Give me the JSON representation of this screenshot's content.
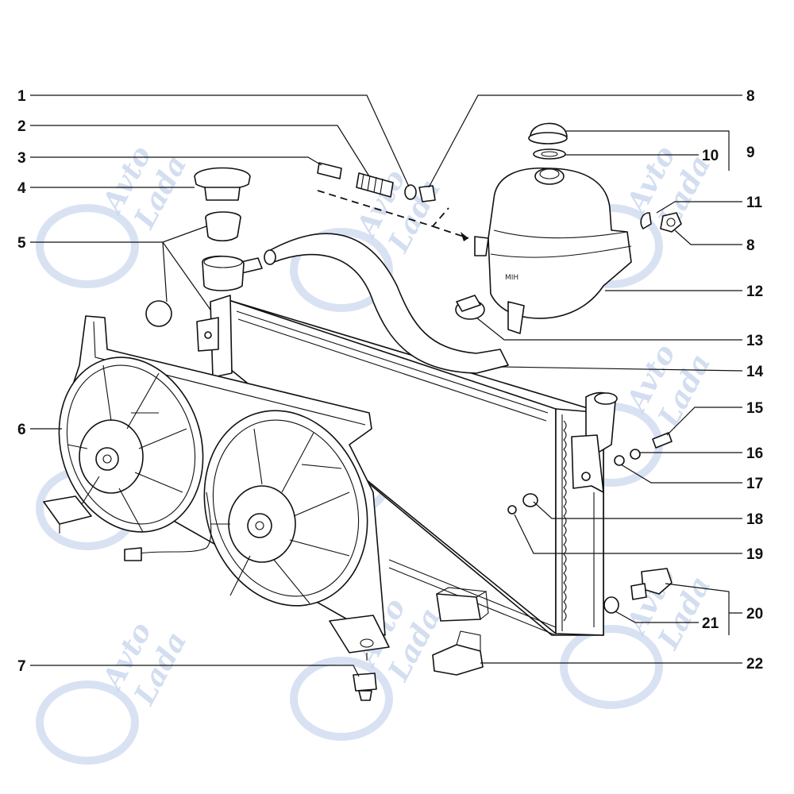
{
  "diagram": {
    "watermark": {
      "line1": "Avto",
      "line2": "Lada"
    },
    "tank_stamp": "MIH",
    "callouts": [
      {
        "id": "1",
        "label": "1"
      },
      {
        "id": "2",
        "label": "2"
      },
      {
        "id": "3",
        "label": "3"
      },
      {
        "id": "4",
        "label": "4"
      },
      {
        "id": "5",
        "label": "5"
      },
      {
        "id": "6",
        "label": "6"
      },
      {
        "id": "7",
        "label": "7"
      },
      {
        "id": "8a",
        "label": "8"
      },
      {
        "id": "9",
        "label": "9"
      },
      {
        "id": "10",
        "label": "10"
      },
      {
        "id": "11",
        "label": "11"
      },
      {
        "id": "8b",
        "label": "8"
      },
      {
        "id": "12",
        "label": "12"
      },
      {
        "id": "13",
        "label": "13"
      },
      {
        "id": "14",
        "label": "14"
      },
      {
        "id": "15",
        "label": "15"
      },
      {
        "id": "16",
        "label": "16"
      },
      {
        "id": "17",
        "label": "17"
      },
      {
        "id": "18",
        "label": "18"
      },
      {
        "id": "19",
        "label": "19"
      },
      {
        "id": "20",
        "label": "20"
      },
      {
        "id": "21",
        "label": "21"
      },
      {
        "id": "22",
        "label": "22"
      }
    ]
  }
}
